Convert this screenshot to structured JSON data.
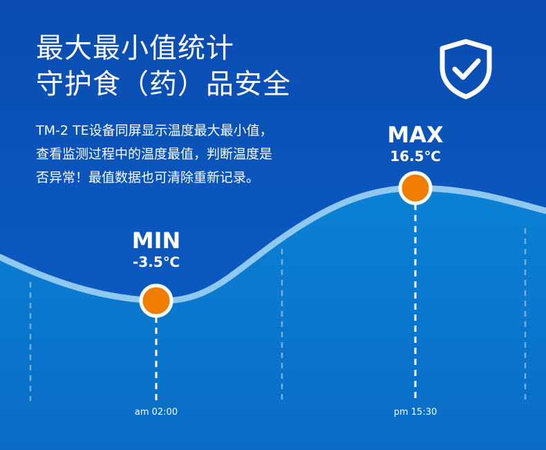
{
  "title": {
    "line1": "最大最小值统计",
    "line2": "守护食（药）品安全"
  },
  "description": {
    "line1": "TM-2 TE设备同屏显示温度最大最小值，",
    "line2": "查看监测过程中的温度最值，判断温度是",
    "line3": "否异常！最值数据也可清除重新记录。"
  },
  "min_point": {
    "label": "MIN",
    "value": "-3.5℃",
    "time": "am 02:00"
  },
  "max_point": {
    "label": "MAX",
    "value": "16.5℃",
    "time": "pm 15:30"
  },
  "icons": {
    "badge": "shield-check-icon"
  },
  "colors": {
    "background": "#0a4cb0",
    "wave_fill": "#0a7fd0",
    "curve": "#8fc8f0",
    "marker": "#f07d00",
    "text": "#ffffff"
  }
}
